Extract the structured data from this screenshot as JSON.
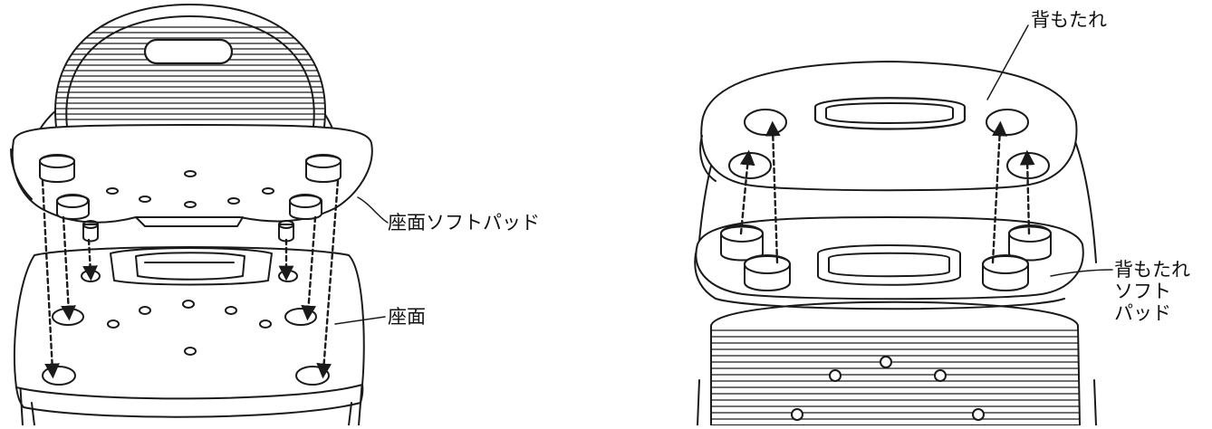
{
  "labels": {
    "seat_pad": "座面ソフトパッド",
    "seat": "座面",
    "backrest": "背もたれ",
    "backrest_pad_line1": "背もたれ",
    "backrest_pad_line2": "ソフト",
    "backrest_pad_line3": "パッド"
  },
  "colors": {
    "line": "#1a1a1a",
    "fill": "#ffffff"
  }
}
